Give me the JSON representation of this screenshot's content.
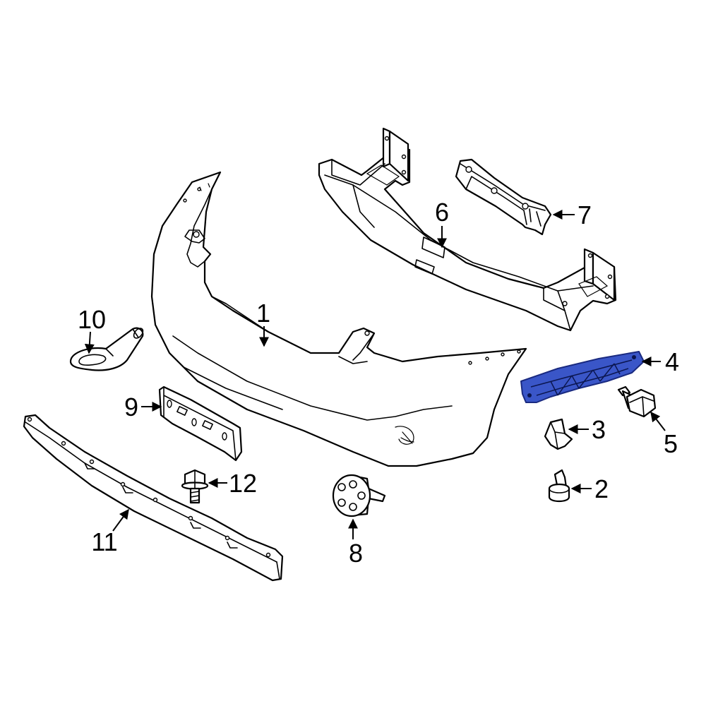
{
  "diagram": {
    "highlight_color": "#3a56c8",
    "callouts": [
      {
        "id": "c1",
        "label": "1"
      },
      {
        "id": "c2",
        "label": "2"
      },
      {
        "id": "c3",
        "label": "3"
      },
      {
        "id": "c4",
        "label": "4"
      },
      {
        "id": "c5",
        "label": "5"
      },
      {
        "id": "c6",
        "label": "6"
      },
      {
        "id": "c7",
        "label": "7"
      },
      {
        "id": "c8",
        "label": "8"
      },
      {
        "id": "c9",
        "label": "9"
      },
      {
        "id": "c10",
        "label": "10"
      },
      {
        "id": "c11",
        "label": "11"
      },
      {
        "id": "c12",
        "label": "12"
      }
    ]
  }
}
